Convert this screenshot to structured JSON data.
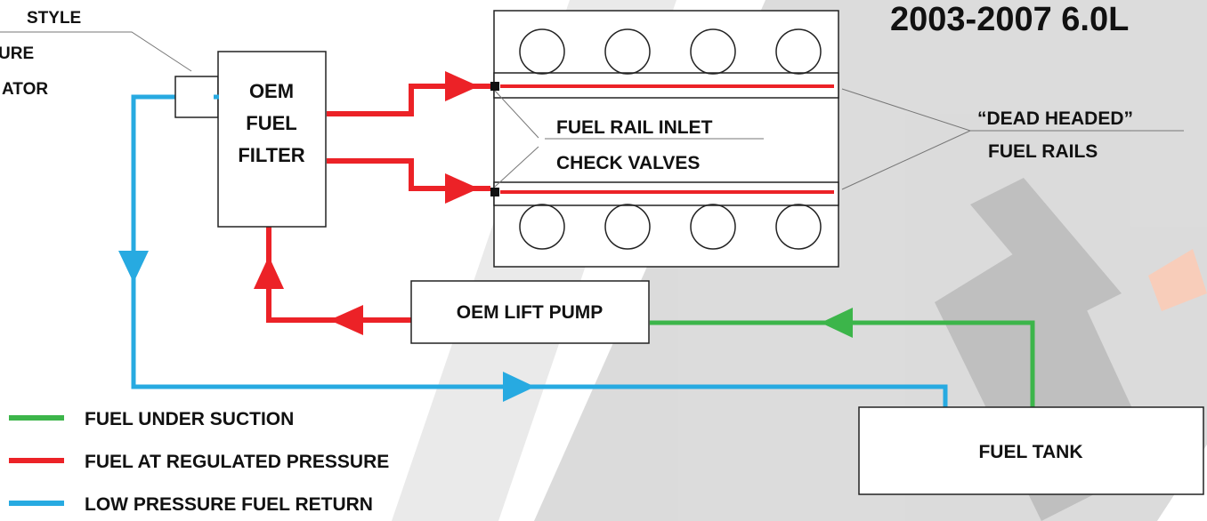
{
  "title": "2003-2007 6.0L",
  "regulator_label": [
    "STYLE",
    "URE",
    "ATOR"
  ],
  "filter_label": [
    "OEM",
    "FUEL",
    "FILTER"
  ],
  "check_valves_label": [
    "FUEL RAIL INLET",
    "CHECK VALVES"
  ],
  "dead_headed_label": [
    "“DEAD HEADED”",
    "FUEL RAILS"
  ],
  "lift_pump_label": "OEM LIFT PUMP",
  "fuel_tank_label": "FUEL TANK",
  "legend": [
    {
      "label": "FUEL UNDER SUCTION",
      "color": "#3cb54a"
    },
    {
      "label": "FUEL AT REGULATED PRESSURE",
      "color": "#ec2227"
    },
    {
      "label": "LOW PRESSURE FUEL RETURN",
      "color": "#27aae1"
    }
  ],
  "colors": {
    "suction": "#3cb54a",
    "pressure": "#ec2227",
    "return": "#27aae1",
    "watermark": "#a6a6a6",
    "watermark_accent": "#f7c5ad"
  }
}
